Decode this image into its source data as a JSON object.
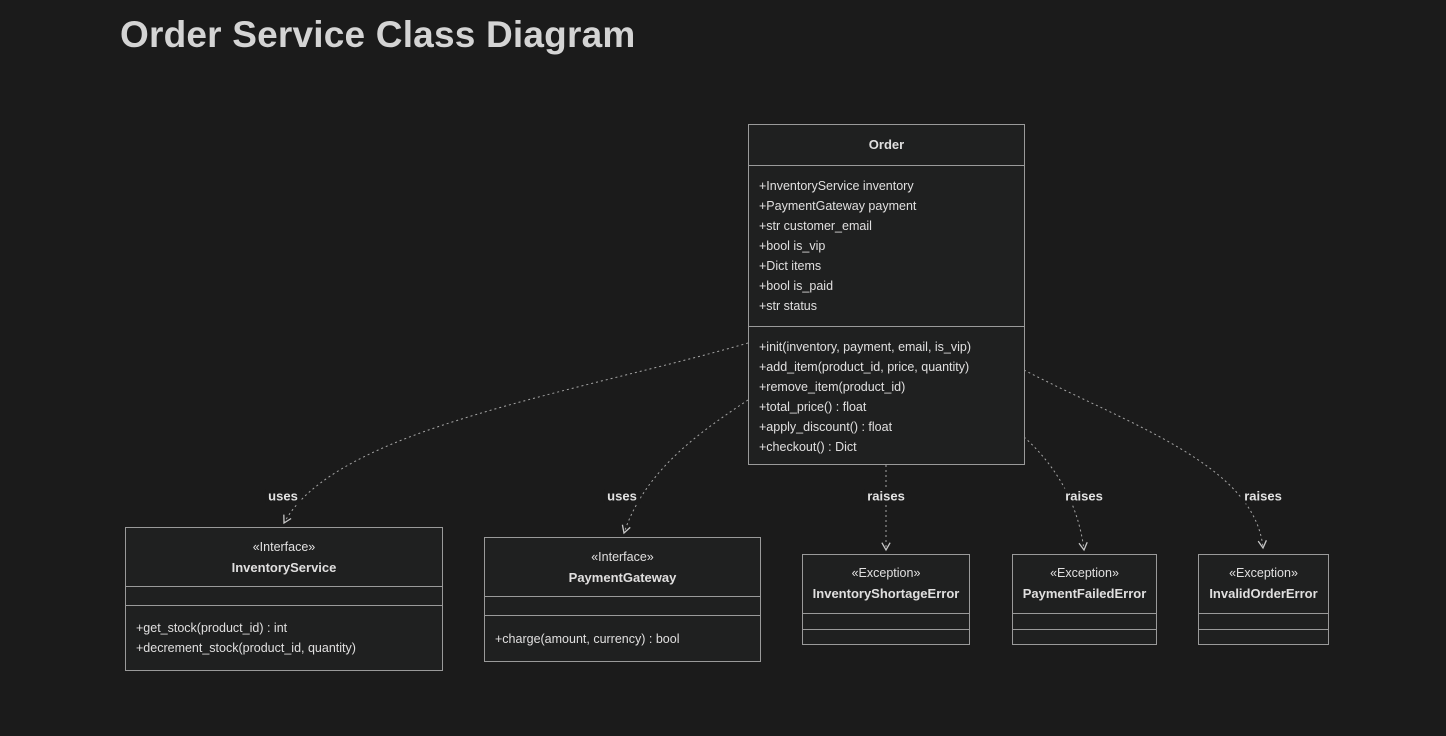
{
  "title": "Order Service Class Diagram",
  "colors": {
    "background": "#1b1b1b",
    "box_fill": "#1f2020",
    "border": "#9a9a9a",
    "text": "#e0dfdf",
    "edge_line": "#a6a6a6",
    "title_color": "#d4d4d4"
  },
  "classes": {
    "order": {
      "name": "Order",
      "attributes": [
        "+InventoryService inventory",
        "+PaymentGateway payment",
        "+str customer_email",
        "+bool is_vip",
        "+Dict items",
        "+bool is_paid",
        "+str status"
      ],
      "methods": [
        "+init(inventory, payment, email, is_vip)",
        "+add_item(product_id, price, quantity)",
        "+remove_item(product_id)",
        "+total_price() : float",
        "+apply_discount() : float",
        "+checkout() : Dict"
      ]
    },
    "inventory_service": {
      "annotation": "«Interface»",
      "name": "InventoryService",
      "attributes": [],
      "methods": [
        "+get_stock(product_id) : int",
        "+decrement_stock(product_id, quantity)"
      ]
    },
    "payment_gateway": {
      "annotation": "«Interface»",
      "name": "PaymentGateway",
      "attributes": [],
      "methods": [
        "+charge(amount, currency) : bool"
      ]
    },
    "inventory_shortage_error": {
      "annotation": "«Exception»",
      "name": "InventoryShortageError",
      "attributes": [],
      "methods": []
    },
    "payment_failed_error": {
      "annotation": "«Exception»",
      "name": "PaymentFailedError",
      "attributes": [],
      "methods": []
    },
    "invalid_order_error": {
      "annotation": "«Exception»",
      "name": "InvalidOrderError",
      "attributes": [],
      "methods": []
    }
  },
  "edges": [
    {
      "from": "Order",
      "to": "InventoryService",
      "label": "uses",
      "style": "dashed-dependency"
    },
    {
      "from": "Order",
      "to": "PaymentGateway",
      "label": "uses",
      "style": "dashed-dependency"
    },
    {
      "from": "Order",
      "to": "InventoryShortageError",
      "label": "raises",
      "style": "dashed-dependency"
    },
    {
      "from": "Order",
      "to": "PaymentFailedError",
      "label": "raises",
      "style": "dashed-dependency"
    },
    {
      "from": "Order",
      "to": "InvalidOrderError",
      "label": "raises",
      "style": "dashed-dependency"
    }
  ]
}
